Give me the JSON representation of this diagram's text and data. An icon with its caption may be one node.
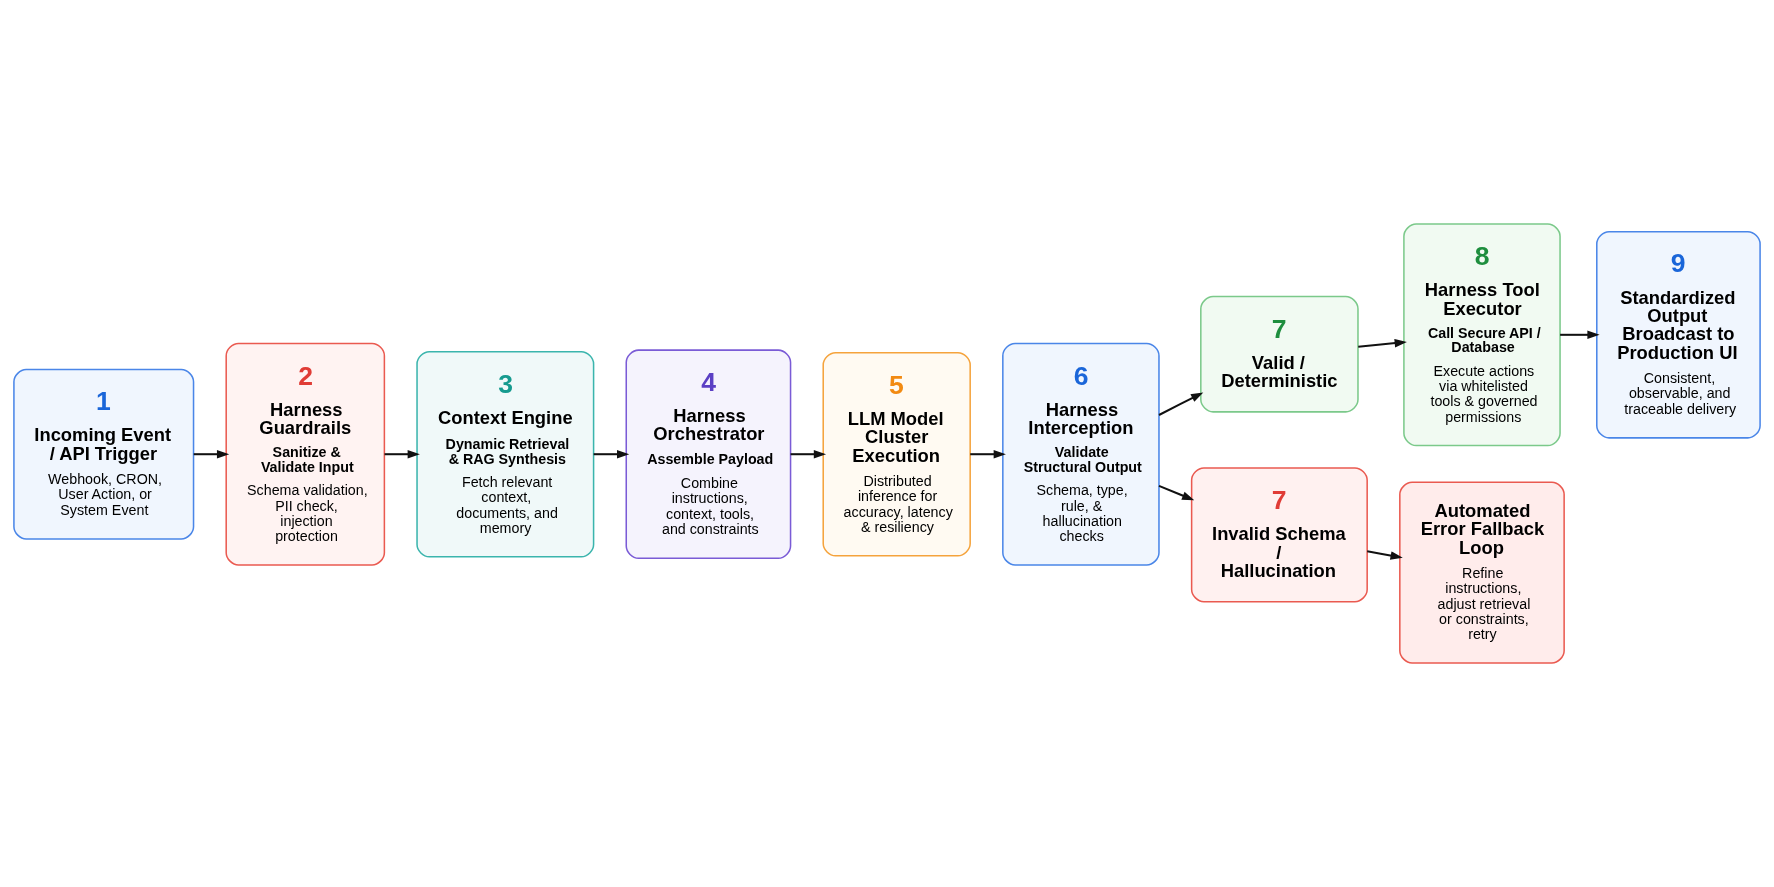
{
  "diagram": {
    "nodes": [
      {
        "text": [
          "1",
          "Incoming Event / API Trigger",
          "Webhook, CRON, User Action, or System Event"
        ]
      },
      {
        "text": [
          "2",
          "Harness Guardrails",
          "Sanitize & Validate Input",
          "Schema validation, PII check, injection protection"
        ]
      },
      {
        "text": [
          "3",
          "Context Engine",
          "Dynamic Retrieval & RAG Synthesis",
          "Fetch relevant context, documents, and memory"
        ]
      },
      {
        "text": [
          "4",
          "Harness Orchestrator",
          "Assemble Payload",
          "Combine instructions, context, tools, and constraints"
        ]
      },
      {
        "text": [
          "5",
          "LLM Model Cluster Execution",
          "Distributed inference for accuracy, latency & resiliency"
        ]
      },
      {
        "text": [
          "6",
          "Harness Interception",
          "Validate Structural Output",
          "Schema, type, rule, & hallucination checks"
        ]
      },
      {
        "text": [
          "7",
          "Valid / Deterministic"
        ]
      },
      {
        "text": [
          "7",
          "Invalid Schema / Hallucination"
        ]
      },
      {
        "text": [
          "8",
          "Harness Tool Executor",
          "Call Secure API / Database",
          "Execute actions via whitelisted tools & governed permissions"
        ]
      },
      {
        "text": [
          "Automated Error Fallback Loop",
          "Refine instructions, adjust retrieval or constraints, retry"
        ]
      },
      {
        "text": [
          "9",
          "Standardized Output Broadcast to Production UI",
          "Consistent, observable, and traceable delivery"
        ]
      }
    ],
    "edges": [
      {
        "from": 0,
        "to": 1,
        "arrow": "to"
      },
      {
        "from": 1,
        "to": 2,
        "arrow": "to"
      },
      {
        "from": 2,
        "to": 3,
        "arrow": "to"
      },
      {
        "from": 3,
        "to": 4,
        "arrow": "to"
      },
      {
        "from": 4,
        "to": 5,
        "arrow": "to"
      },
      {
        "from": 5,
        "to": 6,
        "arrow": "to"
      },
      {
        "from": 5,
        "to": 7,
        "arrow": "to"
      },
      {
        "from": 6,
        "to": 8,
        "arrow": "to"
      },
      {
        "from": 7,
        "to": 9,
        "arrow": "to"
      },
      {
        "from": 8,
        "to": 10,
        "arrow": "to"
      }
    ]
  }
}
